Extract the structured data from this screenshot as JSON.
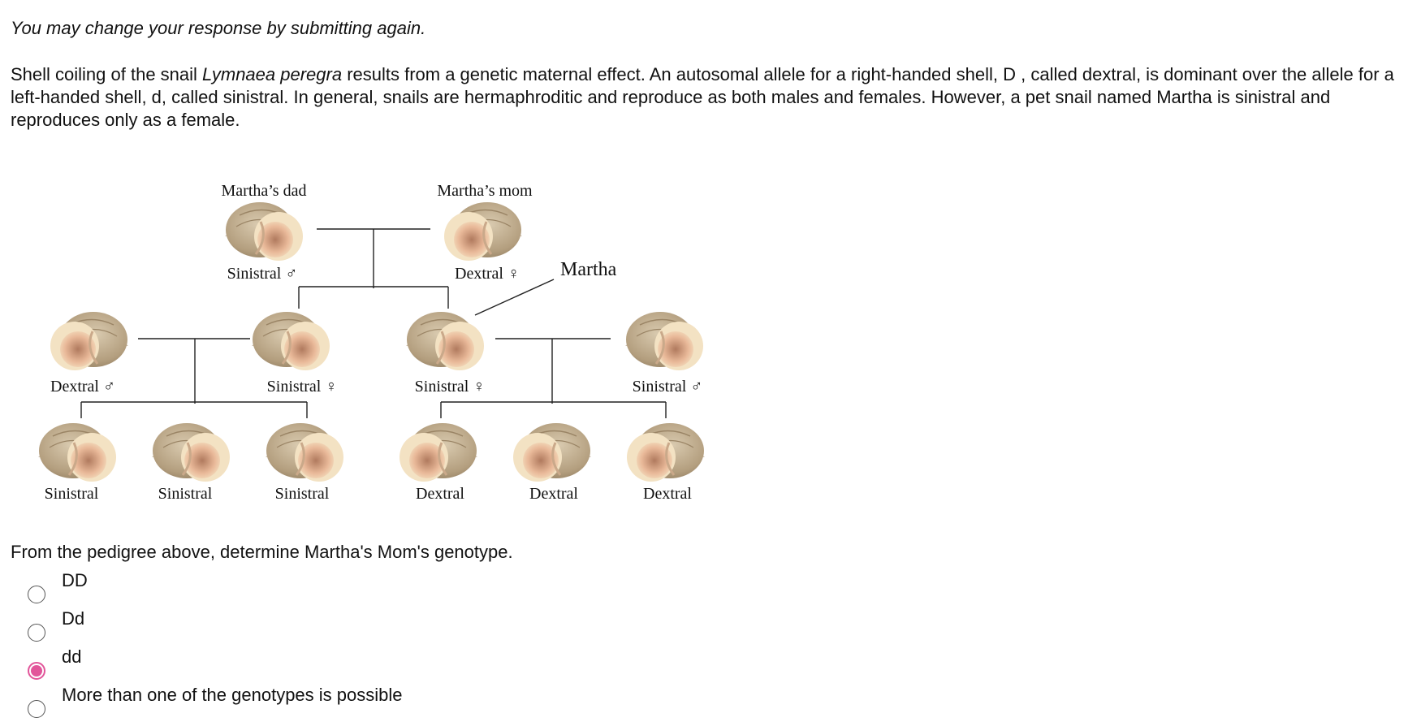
{
  "notice": "You may change your response by submitting again.",
  "intro": {
    "part1": "Shell coiling of the snail ",
    "species": "Lymnaea peregra",
    "part2": " results from a genetic maternal effect. An autosomal allele for a right-handed shell, D , called dextral, is dominant over the allele for a left-handed shell, d, called sinistral. In general, snails are hermaphroditic and reproduce as both males and females. However, a pet snail named Martha is sinistral and reproduces only as a female."
  },
  "pedigree": {
    "dad_title": "Martha’s dad",
    "mom_title": "Martha’s mom",
    "martha_label": "Martha",
    "dad_label": "Sinistral ♂",
    "mom_label": "Dextral ♀",
    "gen2": [
      "Dextral ♂",
      "Sinistral ♀",
      "Sinistral ♀",
      "Sinistral ♂"
    ],
    "gen3": [
      "Sinistral",
      "Sinistral",
      "Sinistral",
      "Dextral",
      "Dextral",
      "Dextral"
    ],
    "colors": {
      "shell_body": "#bca98a",
      "shell_opening": "#e8b99a",
      "line": "#222222"
    }
  },
  "question": "From the pedigree above, determine Martha's Mom's genotype.",
  "options": [
    {
      "label": "DD",
      "selected": false
    },
    {
      "label": "Dd",
      "selected": false
    },
    {
      "label": "dd",
      "selected": true
    },
    {
      "label": "More than one of the genotypes is possible",
      "selected": false
    }
  ],
  "accent_color": "#e2559a"
}
